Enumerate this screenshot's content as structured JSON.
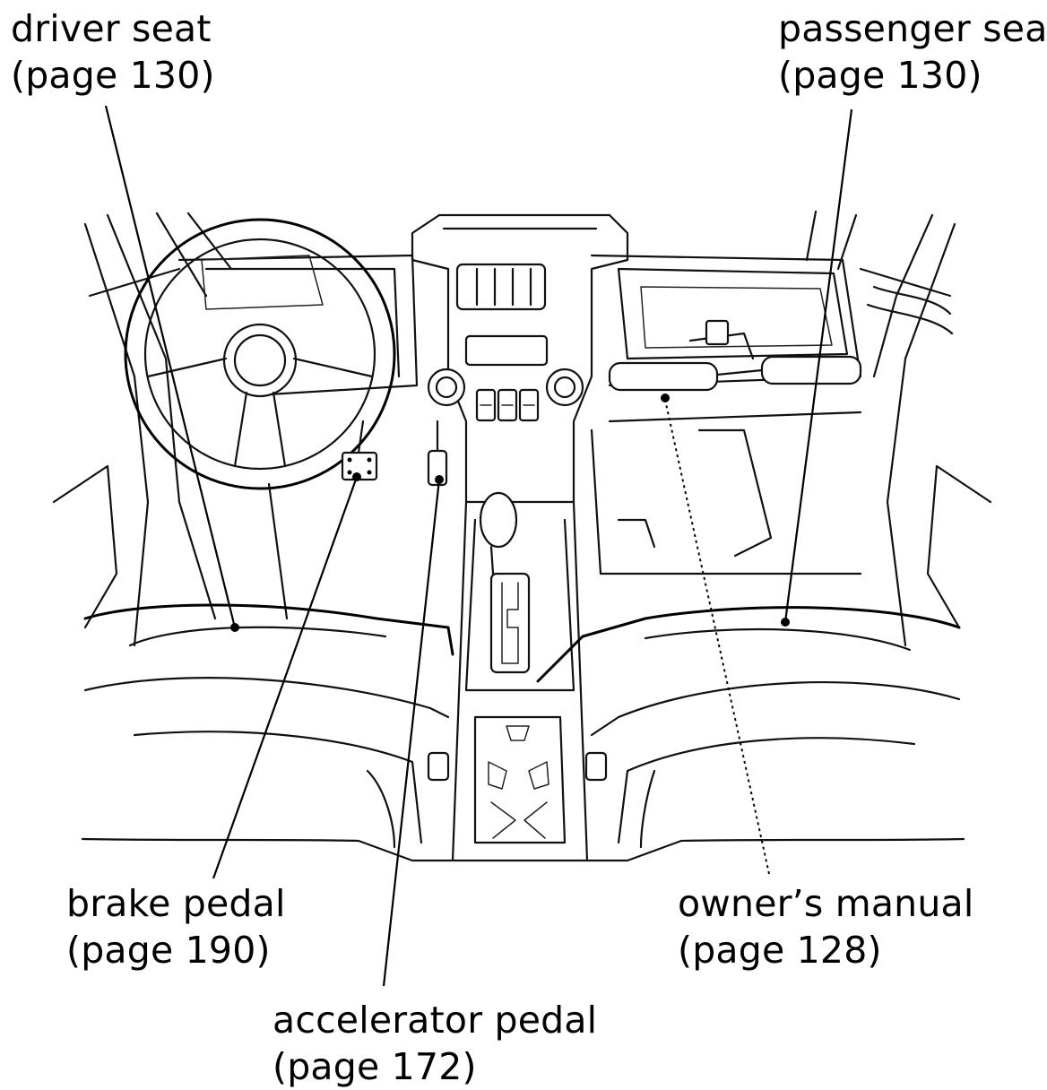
{
  "labels": {
    "driver_seat": {
      "name": "driver seat",
      "page": "(page 130)"
    },
    "passenger_seat": {
      "name": "passenger seat",
      "page": "(page 130)"
    },
    "brake_pedal": {
      "name": "brake pedal",
      "page": "(page 190)"
    },
    "owners_manual": {
      "name": "owner’s manual",
      "page": "(page 128)"
    },
    "accelerator_pedal": {
      "name": "accelerator pedal",
      "page": "(page 172)"
    }
  },
  "colors": {
    "line": "#111111",
    "background": "#ffffff"
  }
}
